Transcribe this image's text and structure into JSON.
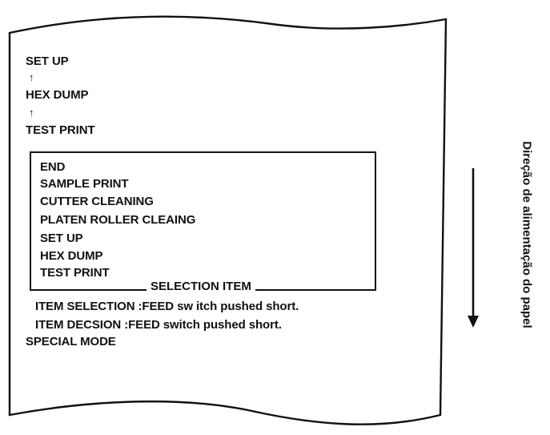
{
  "header_steps": [
    {
      "label": "SET UP"
    },
    {
      "label": "HEX DUMP"
    },
    {
      "label": "TEST PRINT"
    }
  ],
  "step_arrow_glyph": "↑",
  "menu_items": [
    "END",
    "SAMPLE PRINT",
    "CUTTER CLEANING",
    "PLATEN ROLLER CLEAING",
    "SET UP",
    "HEX DUMP",
    "TEST PRINT"
  ],
  "box_label": "SELECTION ITEM",
  "instructions": [
    "ITEM SELECTION :FEED sw  itch pushed short.",
    "ITEM DECSION  :FEED switch pushed short."
  ],
  "mode_label": "SPECIAL MODE",
  "feed_direction_caption": "Direção de alimentação do papel"
}
